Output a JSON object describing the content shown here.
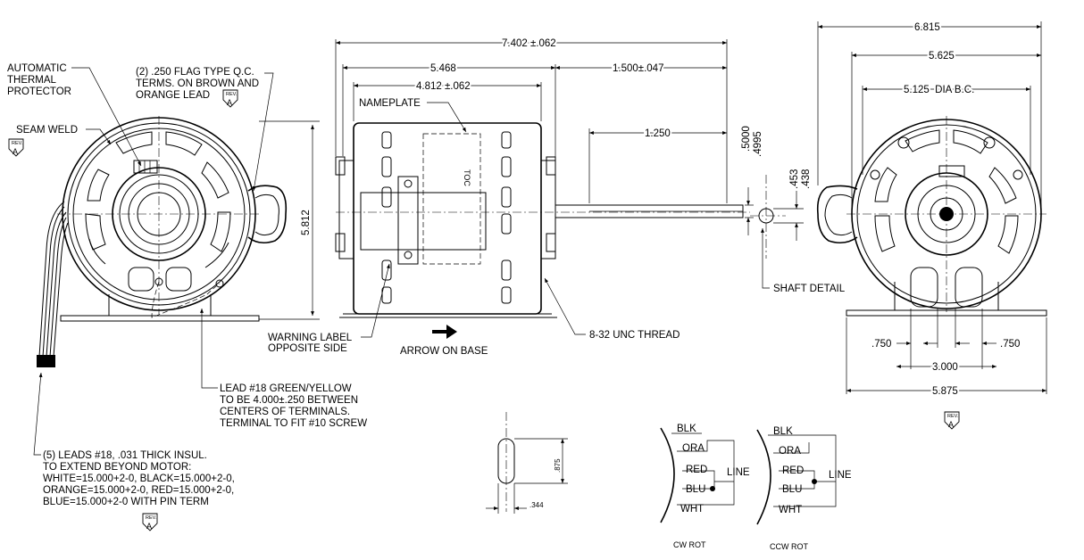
{
  "front_view": {
    "thermal_protector": "AUTOMATIC\nTHERMAL\nPROTECTOR",
    "flag_terms": "(2) .250 FLAG TYPE Q.C.\nTERMS. ON BROWN AND\nORANGE LEAD",
    "seam_weld": "SEAM WELD",
    "height_dim": "5.812",
    "lead_ground": "LEAD #18 GREEN/YELLOW\nTO BE 4.000±.250 BETWEEN\nCENTERS OF TERMINALS.\nTERMINAL TO FIT #10 SCREW",
    "leads_note": "(5) LEADS #18, .031 THICK INSUL.\nTO EXTEND BEYOND MOTOR:\nWHITE=15.000+2-0, BLACK=15.000+2-0,\nORANGE=15.000+2-0, RED=15.000+2-0,\nBLUE=15.000+2-0 WITH PIN TERM"
  },
  "side_view": {
    "overall_length": "7.402 ±.062",
    "body_length": "5.468",
    "shaft_ext": "1.500±.047",
    "frame_length": "4.812 ±.062",
    "flat_length": "1.250",
    "nameplate": "NAMEPLATE",
    "shaft_dia_max": ".5000",
    "shaft_dia_min": ".4995",
    "warning_label": "WARNING LABEL\nOPPOSITE SIDE",
    "arrow_on_base": "ARROW ON BASE",
    "thread": "8-32 UNC THREAD",
    "plate_text": "TOC"
  },
  "shaft_detail": {
    "flat_1": ".453",
    "flat_2": ".438",
    "label": "SHAFT DETAIL"
  },
  "end_view": {
    "overall_width": "6.815",
    "width_2": "5.625",
    "bolt_circle": "5.125  DIA B.C.",
    "slot_left": ".750",
    "slot_right": ".750",
    "slot_spacing": "3.000",
    "base_width": "5.875"
  },
  "slot_detail": {
    "slot_length": ".875",
    "slot_width": ".344"
  },
  "wiring": {
    "cw": {
      "labels": [
        "BLK",
        "ORA",
        "RED",
        "BLU",
        "WHT"
      ],
      "line": "LINE",
      "caption": "CW ROT"
    },
    "ccw": {
      "labels": [
        "BLK",
        "ORA",
        "RED",
        "BLU",
        "WHT"
      ],
      "line": "LINE",
      "caption": "CCW ROT"
    }
  },
  "revision": {
    "rev_word": "REV.",
    "rev_letter": "A"
  }
}
